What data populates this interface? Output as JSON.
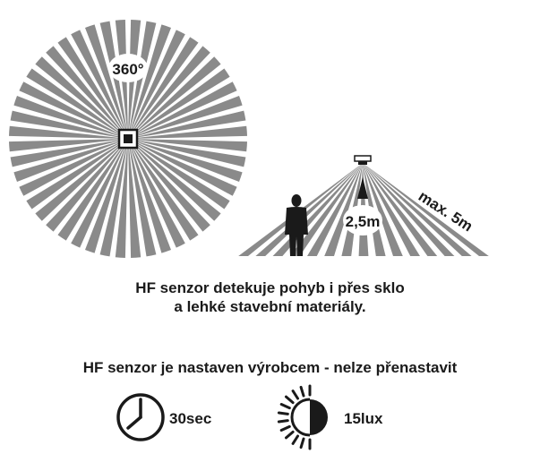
{
  "top_view": {
    "angle_label": "360°"
  },
  "side_view": {
    "height_label": "2,5m",
    "range_label": "max. 5m"
  },
  "description": {
    "line1": "HF senzor detekuje pohyb i přes sklo",
    "line2": "a lehké stavební materiály."
  },
  "notice": "HF senzor je nastaven výrobcem - nelze přenastavit",
  "settings": {
    "time": "30sec",
    "lux": "15lux"
  },
  "colors": {
    "ray": "#8a8a8a",
    "ink": "#1a1a1a",
    "background": "#ffffff"
  },
  "icons": [
    "sensor-icon",
    "person-icon",
    "clock-icon",
    "sun-moon-icon"
  ]
}
